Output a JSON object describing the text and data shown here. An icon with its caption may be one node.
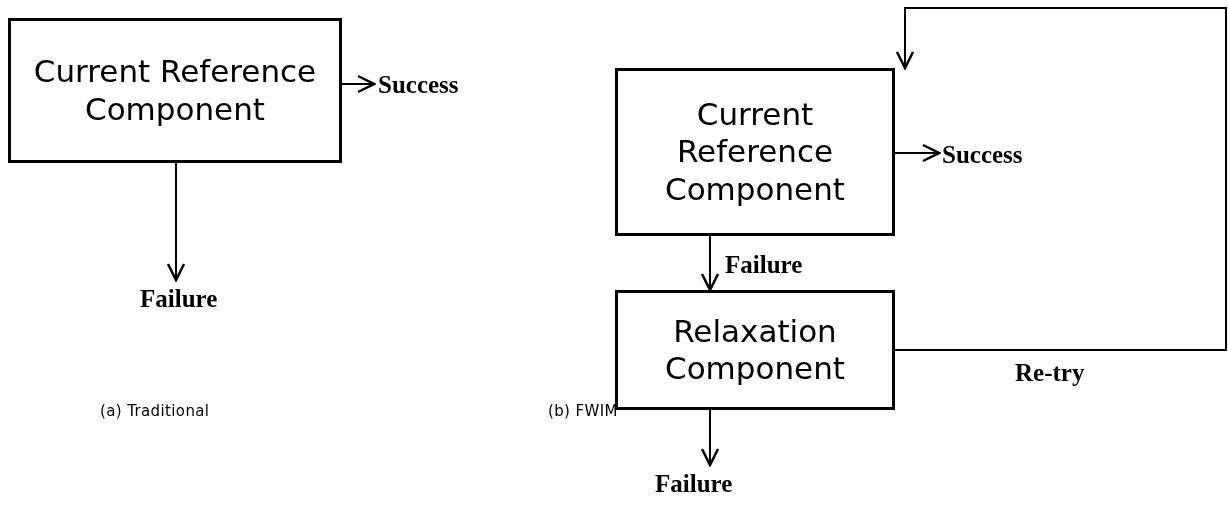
{
  "diagram": {
    "nodes": [
      {
        "text": [
          "Current Reference Component"
        ]
      },
      {
        "text": [
          "Success"
        ]
      },
      {
        "text": [
          "Failure"
        ]
      },
      {
        "text": [
          "Current Reference Component"
        ]
      },
      {
        "text": [
          "Success"
        ]
      },
      {
        "text": [
          "Relaxation Component"
        ]
      },
      {
        "text": [
          "Failure"
        ]
      }
    ],
    "edges": [
      {
        "from": 0,
        "to": 1,
        "arrow": "to"
      },
      {
        "from": 0,
        "to": 2,
        "arrow": "to"
      },
      {
        "from": 3,
        "to": 4,
        "arrow": "to"
      },
      {
        "from": 3,
        "to": 5,
        "arrow": "to",
        "label": "Failure"
      },
      {
        "from": 5,
        "to": 6,
        "arrow": "to"
      },
      {
        "from": 5,
        "to": 3,
        "arrow": "to",
        "label": "Re-try"
      }
    ],
    "labels": [
      "(a) Traditional",
      "(b) FWIM"
    ]
  }
}
